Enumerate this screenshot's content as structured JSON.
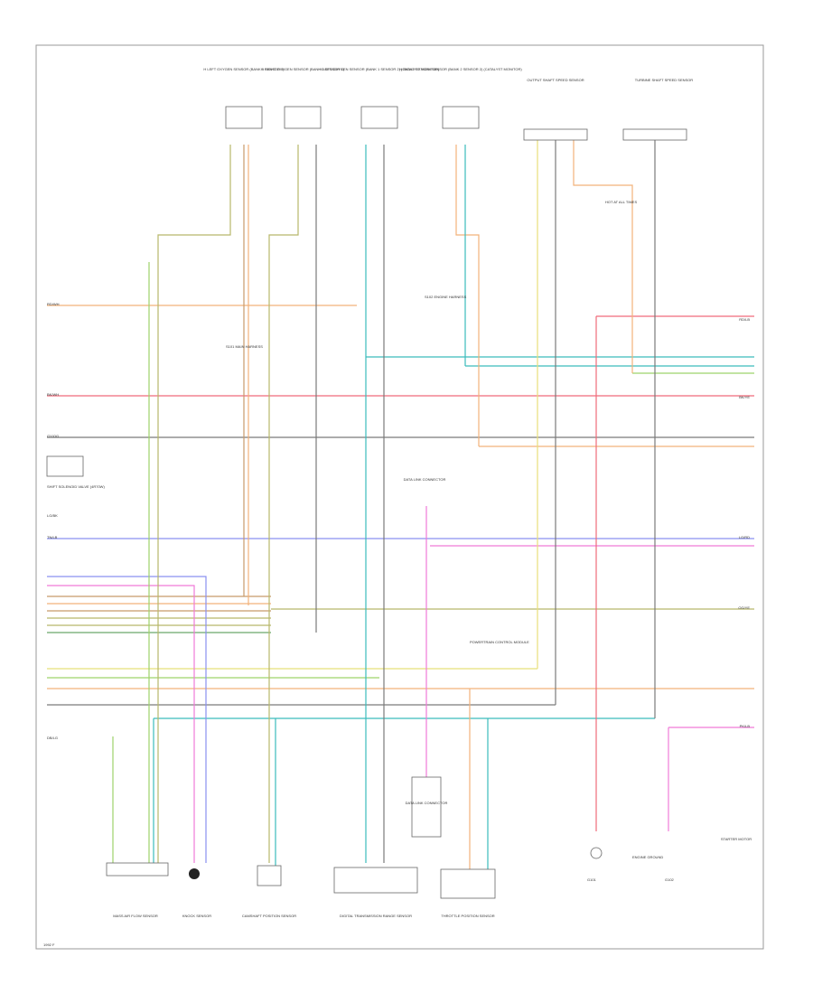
{
  "diagram": {
    "title_text": "",
    "footer_code": "1992 F",
    "components": {
      "bank1_sensor1": "H LEFT OXYGEN SENSOR (BANK 1 SENSOR 1)",
      "bank2_sensor1": "H RIGHT OXYGEN SENSOR (BANK 2 SENSOR 1)",
      "bank1_sensor2": "H LEFT OXYGEN SENSOR (BANK 1 SENSOR 2) (CATALYST MONITOR)",
      "bank2_sensor2": "H RIGHT OXYGEN SENSOR (BANK 2 SENSOR 2) (CATALYST MONITOR)",
      "output_shaft": "OUTPUT SHAFT SPEED SENSOR",
      "turbine_shaft": "TURBINE SHAFT SPEED SENSOR",
      "shift_solenoid": "SHIFT SOLENOID VALVE (4R70W)",
      "mass_air_flow": "MASS AIR FLOW SENSOR",
      "knock_sensor": "KNOCK SENSOR",
      "camshaft_sensor": "CAMSHAFT POSITION SENSOR",
      "trans_range": "DIGITAL TRANSMISSION RANGE SENSOR",
      "throttle_position": "THROTTLE POSITION SENSOR",
      "data_link": "DATA LINK CONNECTOR",
      "engine_ground": "ENGINE GROUND",
      "pcm": "POWERTRAIN CONTROL MODULE",
      "starter_motor": "STARTER MOTOR"
    },
    "notes": {
      "splice_main": "S101 MAIN HARNESS",
      "splice_engine": "S102 ENGINE HARNESS",
      "ground_left": "G101",
      "ground_right": "G102",
      "fuse_label": "HOT AT ALL TIMES"
    },
    "wire_labels": {
      "left_1": "RD/WH",
      "left_2": "BK/WH",
      "left_3": "GY/OG",
      "left_4": "TN/LB",
      "left_5": "LG/BK",
      "left_6": "DB/LG",
      "right_1": "RD/LB",
      "right_2": "BK/YE",
      "right_3": "LG/RD",
      "right_4": "OG/YE",
      "right_5": "PK/LB"
    },
    "colors": {
      "frame": "#9a9a9a",
      "orange": "#f2b27a",
      "red": "#f06b7a",
      "teal": "#3bbcbc",
      "blue": "#8a90f0",
      "pink": "#f07ad8",
      "green": "#9ed36a",
      "yellow": "#e8e07a",
      "olive": "#b8b86a",
      "brown": "#c89a6a",
      "gray": "#7a7a7a",
      "purple": "#c07ae0",
      "dkgreen": "#6aa86a"
    }
  }
}
